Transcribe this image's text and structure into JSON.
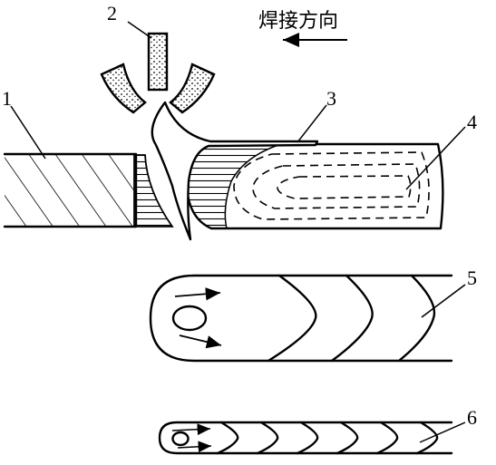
{
  "labels": {
    "l1": "1",
    "l2": "2",
    "l3": "3",
    "l4": "4",
    "l5": "5",
    "l6": "6"
  },
  "direction_text": "焊接方向"
}
